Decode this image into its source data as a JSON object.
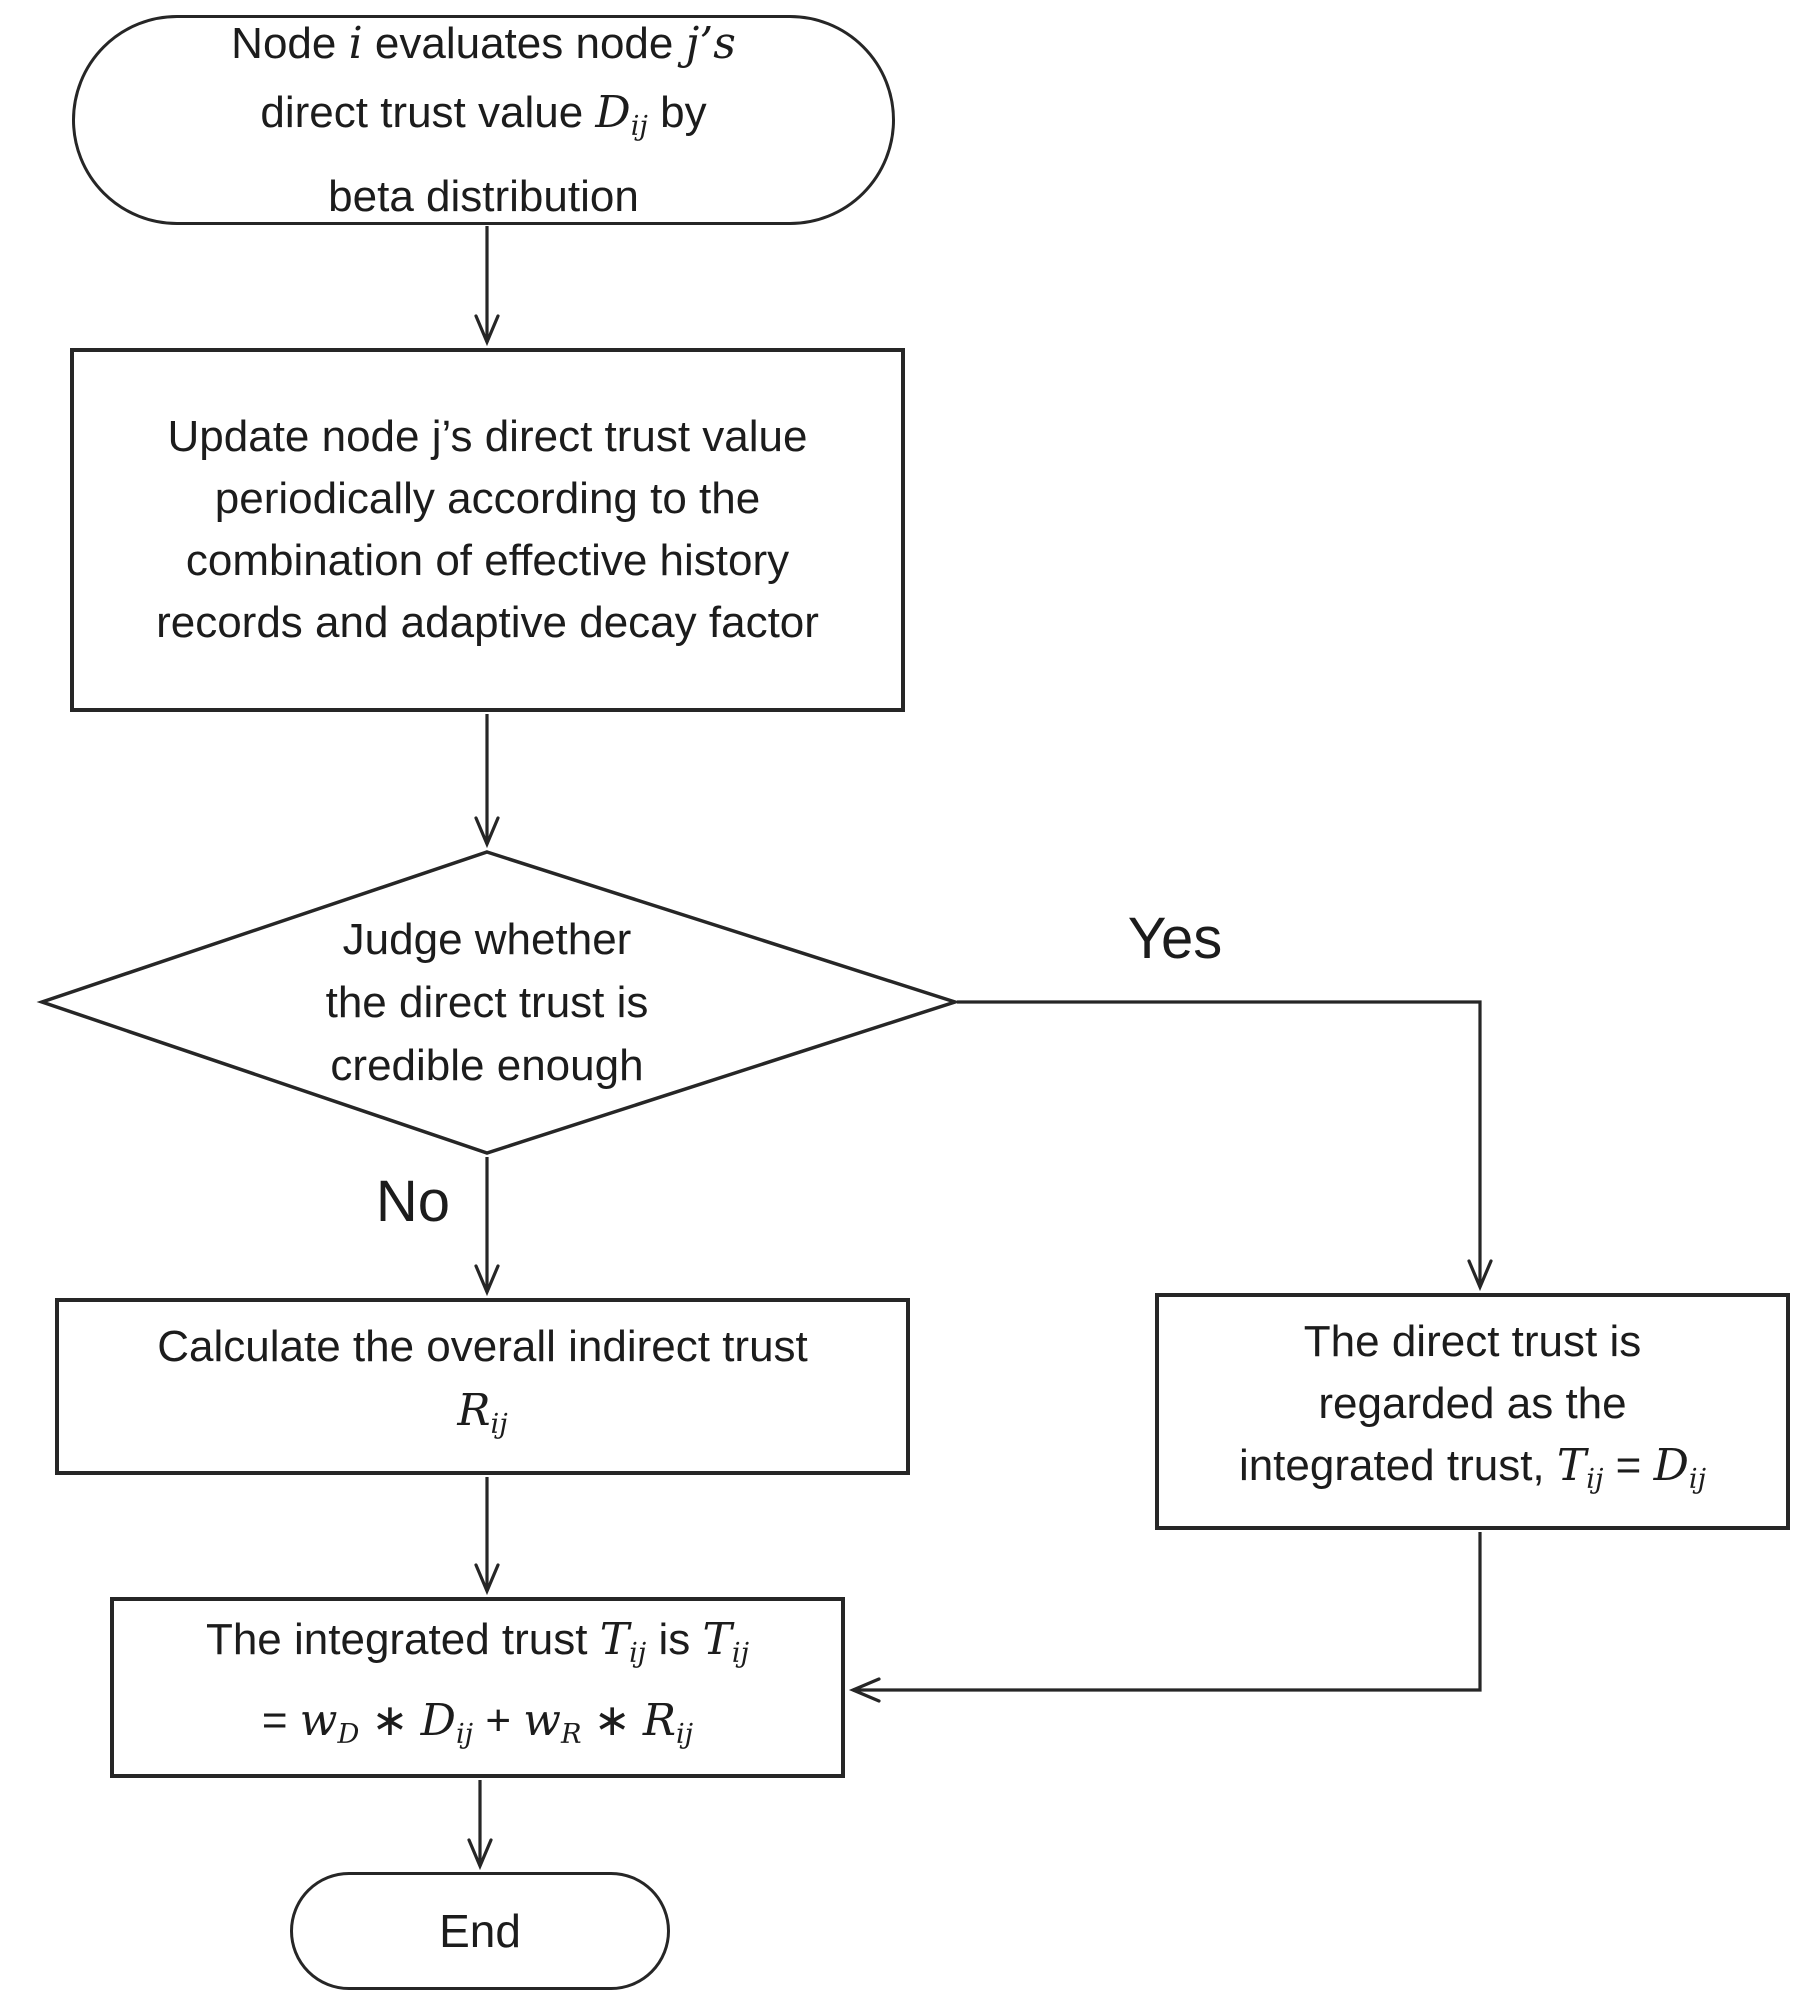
{
  "canvas": {
    "bg": "#ffffff",
    "ink": "#262626"
  },
  "labels": {
    "yes": "Yes",
    "no": "No"
  },
  "nodes": {
    "start": {
      "lines": [
        [
          {
            "t": "Node "
          },
          {
            "t": "i",
            "c": "mi"
          },
          {
            "t": " evaluates node "
          },
          {
            "t": "j’s",
            "c": "mi"
          }
        ],
        [
          {
            "t": "direct trust value "
          },
          {
            "t": "D",
            "c": "mi"
          },
          {
            "t": "ij",
            "c": "sub"
          },
          {
            "t": " by"
          }
        ],
        [
          {
            "t": "beta distribution"
          }
        ]
      ]
    },
    "update": {
      "lines": [
        [
          {
            "t": "Update node j’s direct trust value"
          }
        ],
        [
          {
            "t": "periodically according to the"
          }
        ],
        [
          {
            "t": "combination of effective history"
          }
        ],
        [
          {
            "t": "records and adaptive decay factor"
          }
        ]
      ]
    },
    "decision": {
      "lines": [
        [
          {
            "t": "Judge whether"
          }
        ],
        [
          {
            "t": "the direct trust is"
          }
        ],
        [
          {
            "t": "credible enough"
          }
        ]
      ]
    },
    "calc": {
      "lines": [
        [
          {
            "t": "Calculate the overall indirect trust"
          }
        ],
        [
          {
            "t": "R",
            "c": "mi"
          },
          {
            "t": "ij",
            "c": "sub"
          }
        ]
      ]
    },
    "direct_as_integrated": {
      "lines": [
        [
          {
            "t": "The direct trust is"
          }
        ],
        [
          {
            "t": "regarded as the"
          }
        ],
        [
          {
            "t": "integrated trust, "
          },
          {
            "t": "T",
            "c": "mi"
          },
          {
            "t": "ij",
            "c": "sub"
          },
          {
            "t": " = "
          },
          {
            "t": "D",
            "c": "mi"
          },
          {
            "t": "ij",
            "c": "sub"
          }
        ]
      ]
    },
    "integrated": {
      "lines": [
        [
          {
            "t": "The integrated trust "
          },
          {
            "t": "T",
            "c": "mi"
          },
          {
            "t": "ij",
            "c": "sub"
          },
          {
            "t": " is "
          },
          {
            "t": "T",
            "c": "mi"
          },
          {
            "t": "ij",
            "c": "sub"
          }
        ],
        [
          {
            "t": "= "
          },
          {
            "t": "w",
            "c": "mi"
          },
          {
            "t": "D",
            "c": "sub"
          },
          {
            "t": "  ∗ "
          },
          {
            "t": "D",
            "c": "mi"
          },
          {
            "t": "ij",
            "c": "sub"
          },
          {
            "t": " + "
          },
          {
            "t": "w",
            "c": "mi"
          },
          {
            "t": "R",
            "c": "sub"
          },
          {
            "t": " ∗ "
          },
          {
            "t": "R",
            "c": "mi"
          },
          {
            "t": "ij",
            "c": "sub"
          }
        ]
      ]
    },
    "end": {
      "lines": [
        [
          {
            "t": "End"
          }
        ]
      ]
    }
  }
}
